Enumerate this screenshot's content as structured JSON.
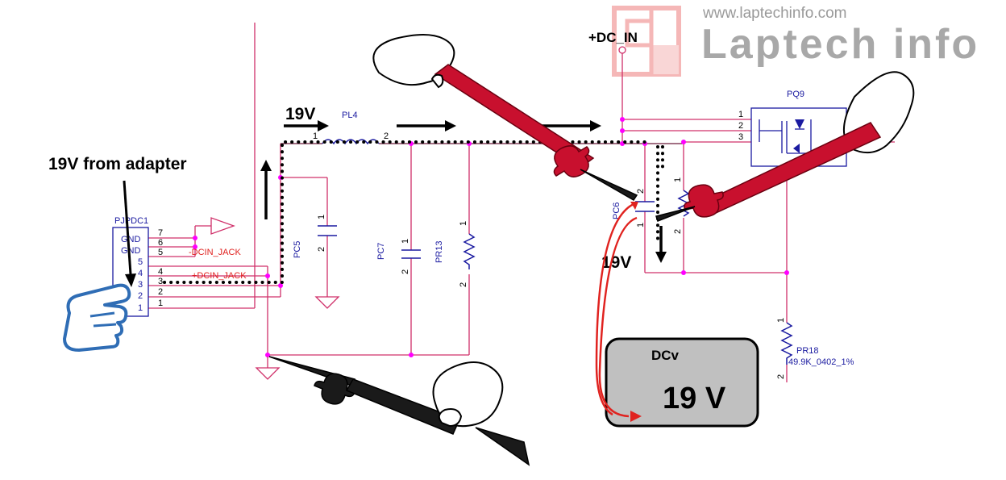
{
  "watermark": {
    "url": "www.laptechinfo.com",
    "brand": "Laptech info",
    "color": "#a8a8a8",
    "logo_color": "#f2a0a0"
  },
  "colors": {
    "wire": "#d0306a",
    "net_label": "#e0221f",
    "ref_label": "#1a1aa0",
    "node_dot": "#ff00ff",
    "probe_red": "#c8102e",
    "probe_black": "#1a1a1a",
    "meter_body": "#c0c0c0"
  },
  "annotations": {
    "from_adapter": "19V from adapter",
    "v_input": "19V",
    "v_pc6": "19V"
  },
  "connector": {
    "ref": "PJPDC1",
    "gnd1": "GND",
    "gnd2": "GND",
    "pins_left": [
      "5",
      "4",
      "3",
      "2",
      "1"
    ],
    "pins_right": [
      "7",
      "6",
      "5",
      "4",
      "3",
      "2",
      "1"
    ],
    "net_dcin_neg": "-DCIN_JACK",
    "net_dcin_pos": "+DCIN_JACK"
  },
  "components": {
    "pl4": {
      "ref": "PL4",
      "pin1": "1",
      "pin2": "2"
    },
    "pc5": {
      "ref": "PC5",
      "pin1": "1",
      "pin2": "2"
    },
    "pc7": {
      "ref": "PC7",
      "pin1": "1",
      "pin2": "2"
    },
    "pr13": {
      "ref": "PR13",
      "pin1": "1",
      "pin2": "2"
    },
    "pc6": {
      "ref": "PC6",
      "pin1": "1",
      "pin2": "2"
    },
    "pq9": {
      "ref": "PQ9",
      "pin1": "1",
      "pin2": "2",
      "pin3": "3"
    },
    "pr18": {
      "ref": "PR18",
      "value": "49.9K_0402_1%",
      "pin1": "1",
      "pin2": "2"
    },
    "pr_side": {
      "pin1": "1",
      "pin2": "2"
    }
  },
  "nets": {
    "dc_in": "+DC_IN"
  },
  "meter": {
    "mode": "DCv",
    "reading": "19 V"
  },
  "icons": [
    "hand-pointer-icon",
    "ground-symbol-icon",
    "arrow-right-icon",
    "arrow-up-icon",
    "arrow-down-icon"
  ]
}
